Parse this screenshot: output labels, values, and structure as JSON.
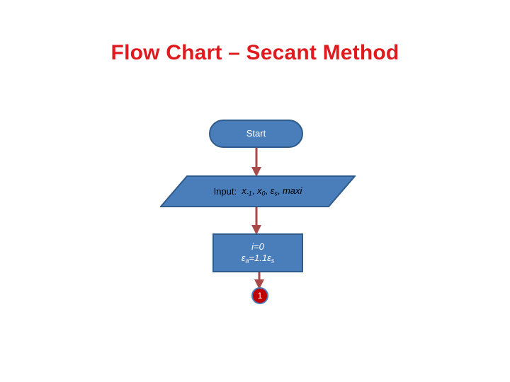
{
  "slide": {
    "title": "Flow Chart – Secant Method",
    "background_color": "#FFFFFF",
    "title_color": "#E01B20"
  },
  "theme": {
    "shape_fill": "#4A7EBB",
    "shape_border": "#2E5A8C",
    "shape_text": "#FFFFFF",
    "arrow_color": "#A84A4A",
    "connector_fill": "#C00000"
  },
  "flowchart": {
    "type": "flowchart",
    "orientation": "top-to-bottom",
    "nodes": [
      {
        "id": "start",
        "shape": "terminator",
        "label": "Start"
      },
      {
        "id": "input",
        "shape": "parallelogram",
        "label_prefix": "Input:",
        "label_vars": "x₋₁, x₀, εₛ, maxi",
        "label_full": "Input:  x-1, x0, εs, maxi"
      },
      {
        "id": "init",
        "shape": "process",
        "line1": "i=0",
        "line2": "εa=1.1εs"
      },
      {
        "id": "connector-1",
        "shape": "off-page-connector",
        "label": "1"
      }
    ],
    "edges": [
      {
        "from": "start",
        "to": "input"
      },
      {
        "from": "input",
        "to": "init"
      },
      {
        "from": "init",
        "to": "connector-1"
      }
    ]
  }
}
